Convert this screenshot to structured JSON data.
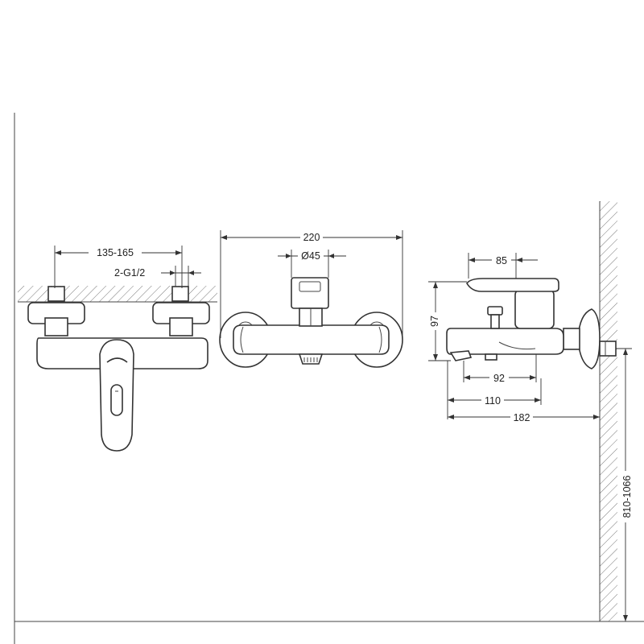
{
  "dimensions": {
    "front_inlet_spacing": "135-165",
    "thread": "2-G1/2",
    "top_width": "220",
    "aerator_diameter": "Ø45",
    "handle_reach": "85",
    "body_height": "97",
    "spout_depth": "92",
    "spout_projection": "110",
    "total_projection": "182",
    "mount_height": "810-1066"
  },
  "colors": {
    "line": "#333333",
    "wall": "#e6e6e6",
    "background": "#ffffff"
  }
}
